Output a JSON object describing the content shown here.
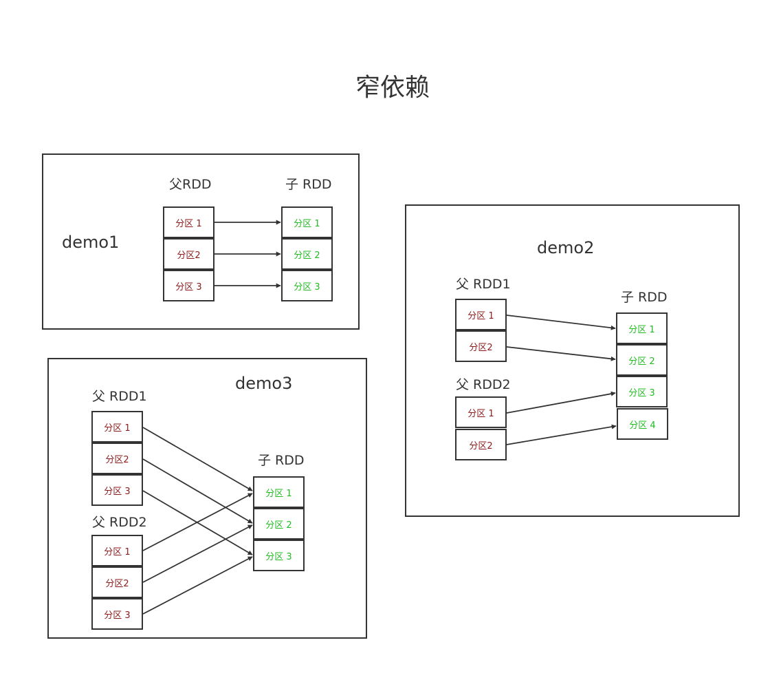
{
  "title": "窄依赖",
  "demo1": {
    "label": "demo1",
    "parent_label": "父RDD",
    "child_label": "子 RDD",
    "parent": [
      "分区 1",
      "分区2",
      "分区 3"
    ],
    "child": [
      "分区 1",
      "分区 2",
      "分区 3"
    ]
  },
  "demo2": {
    "label": "demo2",
    "parent1_label": "父 RDD1",
    "parent2_label": "父 RDD2",
    "child_label": "子 RDD",
    "parent1": [
      "分区 1",
      "分区2"
    ],
    "parent2": [
      "分区 1",
      "分区2"
    ],
    "child": [
      "分区 1",
      "分区 2",
      "分区 3",
      "分区 4"
    ]
  },
  "demo3": {
    "label": "demo3",
    "parent1_label": "父 RDD1",
    "parent2_label": "父 RDD2",
    "child_label": "子 RDD",
    "parent1": [
      "分区 1",
      "分区2",
      "分区 3"
    ],
    "parent2": [
      "分区 1",
      "分区2",
      "分区 3"
    ],
    "child": [
      "分区 1",
      "分区 2",
      "分区 3"
    ]
  },
  "colors": {
    "line": "#333333",
    "parent_text": "#8b1a1a",
    "child_text": "#22bb22"
  }
}
